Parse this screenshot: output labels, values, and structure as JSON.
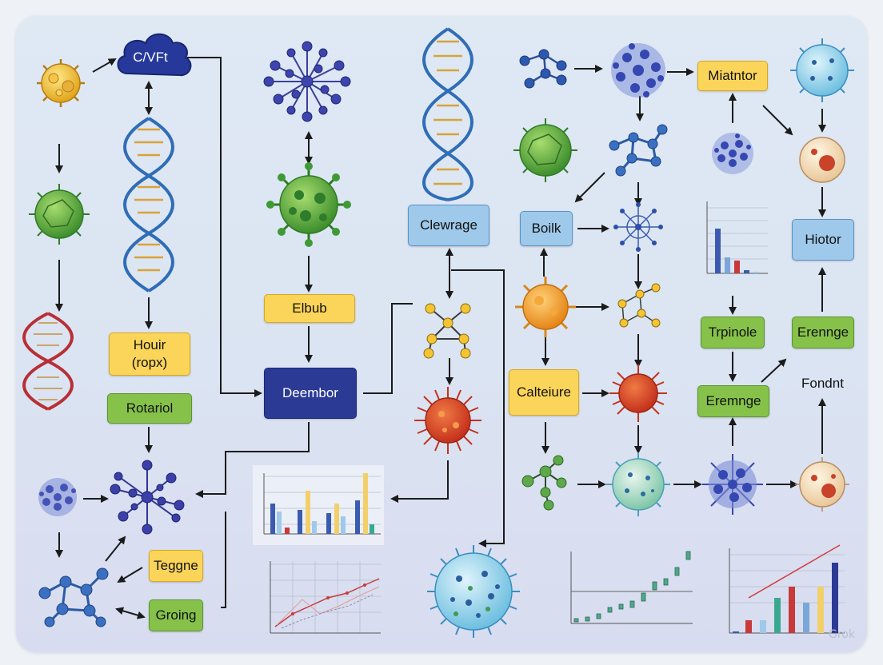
{
  "labels": {
    "cloud": "C/VFt",
    "hour": "Houir\n(ropx)",
    "rotariol": "Rotariol",
    "elbub": "Elbub",
    "deembor": "Deembor",
    "clewrage": "Clewrage",
    "boilk": "Boilk",
    "calteiure": "Calteiure",
    "miatntor": "Miatntor",
    "hiotor": "Hiotor",
    "trpinole": "Trpinole",
    "erenge_top": "Erennge",
    "erenge_mid": "Eremnge",
    "fondnt": "Fondnt",
    "teggne": "Teggne",
    "groing": "Groing"
  },
  "watermark": "Grok",
  "colors": {
    "yellow": "#fbd55a",
    "green": "#86c24a",
    "blue": "#9ec9ea",
    "navy": "#2b3a94",
    "dna_blue": "#2f6db6",
    "dna_red": "#c0353a",
    "bar_red": "#c83a3a",
    "bar_teal": "#3aa88f"
  },
  "icons": [
    "yellow-cell-icon",
    "green-virus-icon",
    "red-dna-icon",
    "blue-dna-icon",
    "molecule-network-icon",
    "coronavirus-icon",
    "red-virus-icon",
    "blue-sphere-virus-icon",
    "protein-cluster-icon",
    "orange-virus-icon",
    "cream-cell-icon"
  ]
}
